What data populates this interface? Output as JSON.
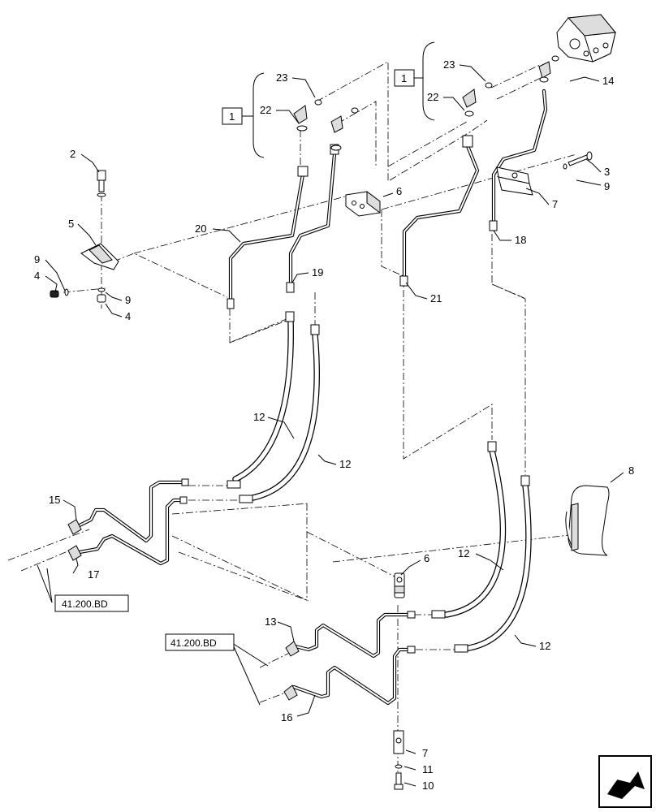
{
  "callouts": {
    "c1a": "1",
    "c1b": "1",
    "c2": "2",
    "c3": "3",
    "c4a": "4",
    "c4b": "4",
    "c5": "5",
    "c6a": "6",
    "c6b": "6",
    "c7a": "7",
    "c7b": "7",
    "c8": "8",
    "c9a": "9",
    "c9b": "9",
    "c9c": "9",
    "c10": "10",
    "c11": "11",
    "c12a": "12",
    "c12b": "12",
    "c12c": "12",
    "c12d": "12",
    "c13": "13",
    "c14": "14",
    "c15": "15",
    "c16": "16",
    "c17": "17",
    "c18": "18",
    "c19": "19",
    "c20": "20",
    "c21": "21",
    "c22a": "22",
    "c22b": "22",
    "c23a": "23",
    "c23b": "23"
  },
  "references": {
    "ref_left": "41.200.BD",
    "ref_center": "41.200.BD"
  },
  "nav_icon": "next-page-arrow-icon"
}
